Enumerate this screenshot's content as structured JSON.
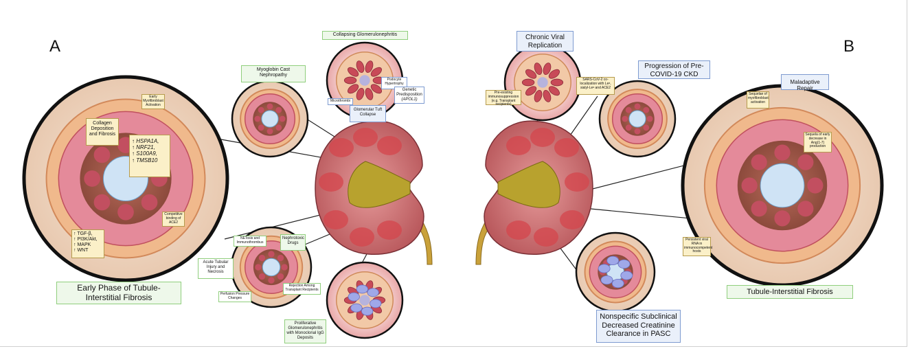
{
  "panels": {
    "a_letter": "A",
    "b_letter": "B"
  },
  "left": {
    "large_circle_title": "Early Phase of Tubule-Interstitial Fibrosis",
    "early_myofibroblast": "Early Myofibroblast Activation",
    "collagen": "Collagen Deposition and Fibrosis",
    "genes": [
      "↑ HSPA1A,",
      "↑ NRF21,",
      "↑ S100A9,",
      "↑ TMSB10"
    ],
    "pathways": [
      "↑ TGF-β,",
      "↑ PI3K/Akt,",
      "↑ MAPK",
      "↑ WNT"
    ],
    "ace2": "Competitive binding of ACE2",
    "myoglobin": "Myoglobin Cast Nephropathy",
    "collapsing": "Collapsing Glomerulonephritis",
    "podocyte": "Podocyte Hypertrophy",
    "genetic_line1": "Genetic Predisposition",
    "genetic_line2": "(APOL1)",
    "microthrombi": "Microthrombi",
    "tuft": "Glomerular Tuft Collapse",
    "netosis": "NETosis and Immunothrombus",
    "nephrotoxic": "Nephrotoxic Drugs",
    "atin": "Acute Tubular Injury and Necrosis",
    "perfusion": "Perfusion Pressure Changes",
    "rejection": "Rejection Among Transplant Recipients",
    "proliferative": "Proliferative Glomerulonephritis with Monoclonal IgG Deposits"
  },
  "right": {
    "chronic_viral": "Chronic Viral Replication",
    "sars": "SARS-CoV-2 co-localization with Leᵃ, sialyl-Leᵃ and ACE2",
    "preexisting": "Pre-existing immunosuppression (e.g. Transplant recipients)",
    "progression": "Progression of Pre-COVID-19 CKD",
    "maladaptive": "Maladaptive Repair",
    "sequelae_myo": "Sequelae of myofibroblast activation",
    "sequelae_ang": "Sequela of early decrease in Ang(1-7) production",
    "persistent_rna": "Persistent viral RNA in immunocompetent hosts",
    "large_circle_title": "Tubule-Interstitial Fibrosis",
    "nonspecific": "Nonspecific Subclinical Decreased Creatinine Clearance in PASC"
  },
  "colors": {
    "green_border": "#8fce7c",
    "blue_border": "#7d9ad0",
    "tan_fill": "#fbf0c8",
    "kidney_cortex": "#c8555a",
    "kidney_pelvis": "#b8a22e",
    "tubule_pink": "#e48a9a",
    "interstitium": "#f3d9c7"
  },
  "icons": [
    "kidney-left",
    "kidney-right",
    "glomerulus",
    "tubule-cross-section"
  ]
}
